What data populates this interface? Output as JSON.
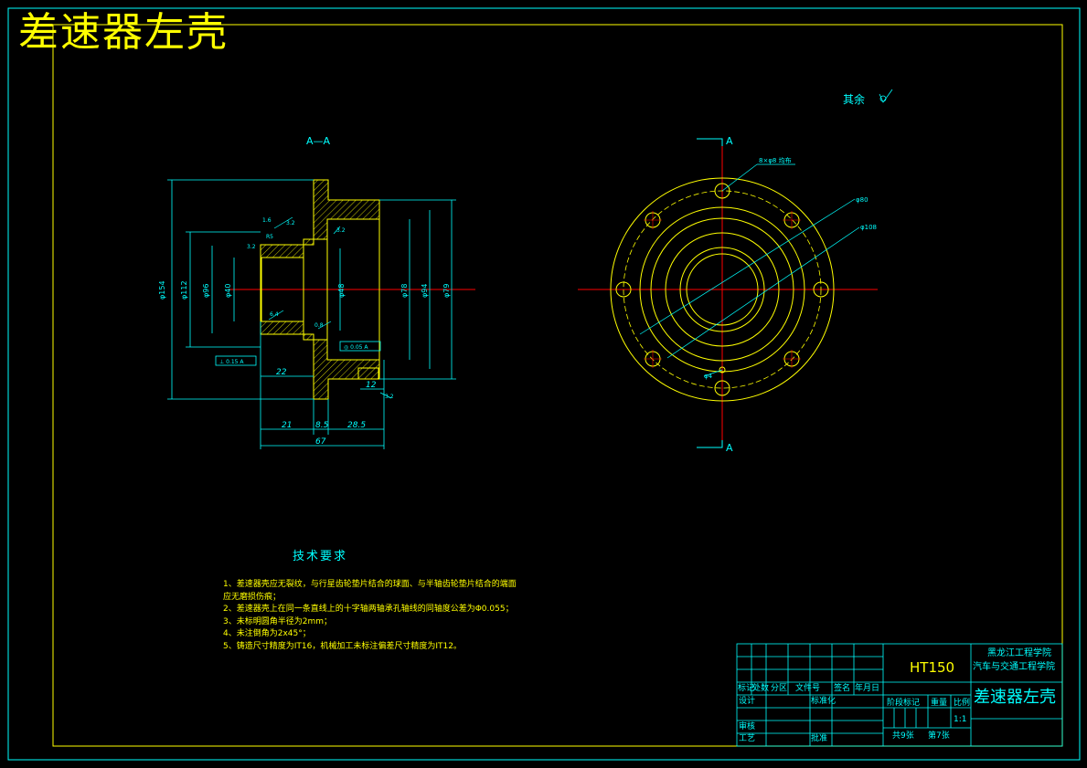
{
  "drawing_title": "差速器左壳",
  "section_label": "A—A",
  "roughness_note": "其余",
  "section_marks": [
    "A",
    "A"
  ],
  "left_view": {
    "dims_vertical": [
      "φ154",
      "φ112",
      "φ96",
      "φ40",
      "φ78",
      "φ94",
      "φ79",
      "φ48"
    ],
    "dims_horizontal": [
      "22",
      "21",
      "8.5",
      "28.5",
      "67",
      "12"
    ],
    "dims_small": [
      "1.6",
      "3.2",
      "R5",
      "3.2",
      "3.2",
      "6.4",
      "0.8",
      "3.2"
    ],
    "tolerance_frames": [
      "⊥ 0.15 A",
      "◎ 0.05 A"
    ],
    "chamfer": "2x45°"
  },
  "right_view": {
    "labels": [
      "8×φ8 均布",
      "φ80",
      "φ108",
      "φ4"
    ]
  },
  "tech_req": {
    "title": "技术要求",
    "items": [
      "1、差速器壳应无裂纹，与行星齿轮垫片结合的球面、与半轴齿轮垫片结合的端面",
      "   应无磨损伤痕；",
      "2、差速器壳上在同一条直线上的十字轴两轴承孔轴线的同轴度公差为Φ0.055；",
      "3、未标明圆角半径为2mm；",
      "4、未注倒角为2x45°；",
      "5、铸造尺寸精度为IT16，机械加工未标注偏差尺寸精度为IT12。"
    ]
  },
  "title_block": {
    "material": "HT150",
    "school_1": "黑龙江工程学院",
    "school_2": "汽车与交通工程学院",
    "part_name": "差速器左壳",
    "row_headers": [
      "标记",
      "处数",
      "分区",
      "文件号",
      "签名",
      "年月日"
    ],
    "design": "设计",
    "standardization": "标准化",
    "review": "审核",
    "process": "工艺",
    "approve": "批准",
    "stage_mark": "阶段标记",
    "weight": "重量",
    "scale_label": "比例",
    "scale_value": "1:1",
    "sheets_total": "共9张",
    "sheet_no": "第7张"
  }
}
